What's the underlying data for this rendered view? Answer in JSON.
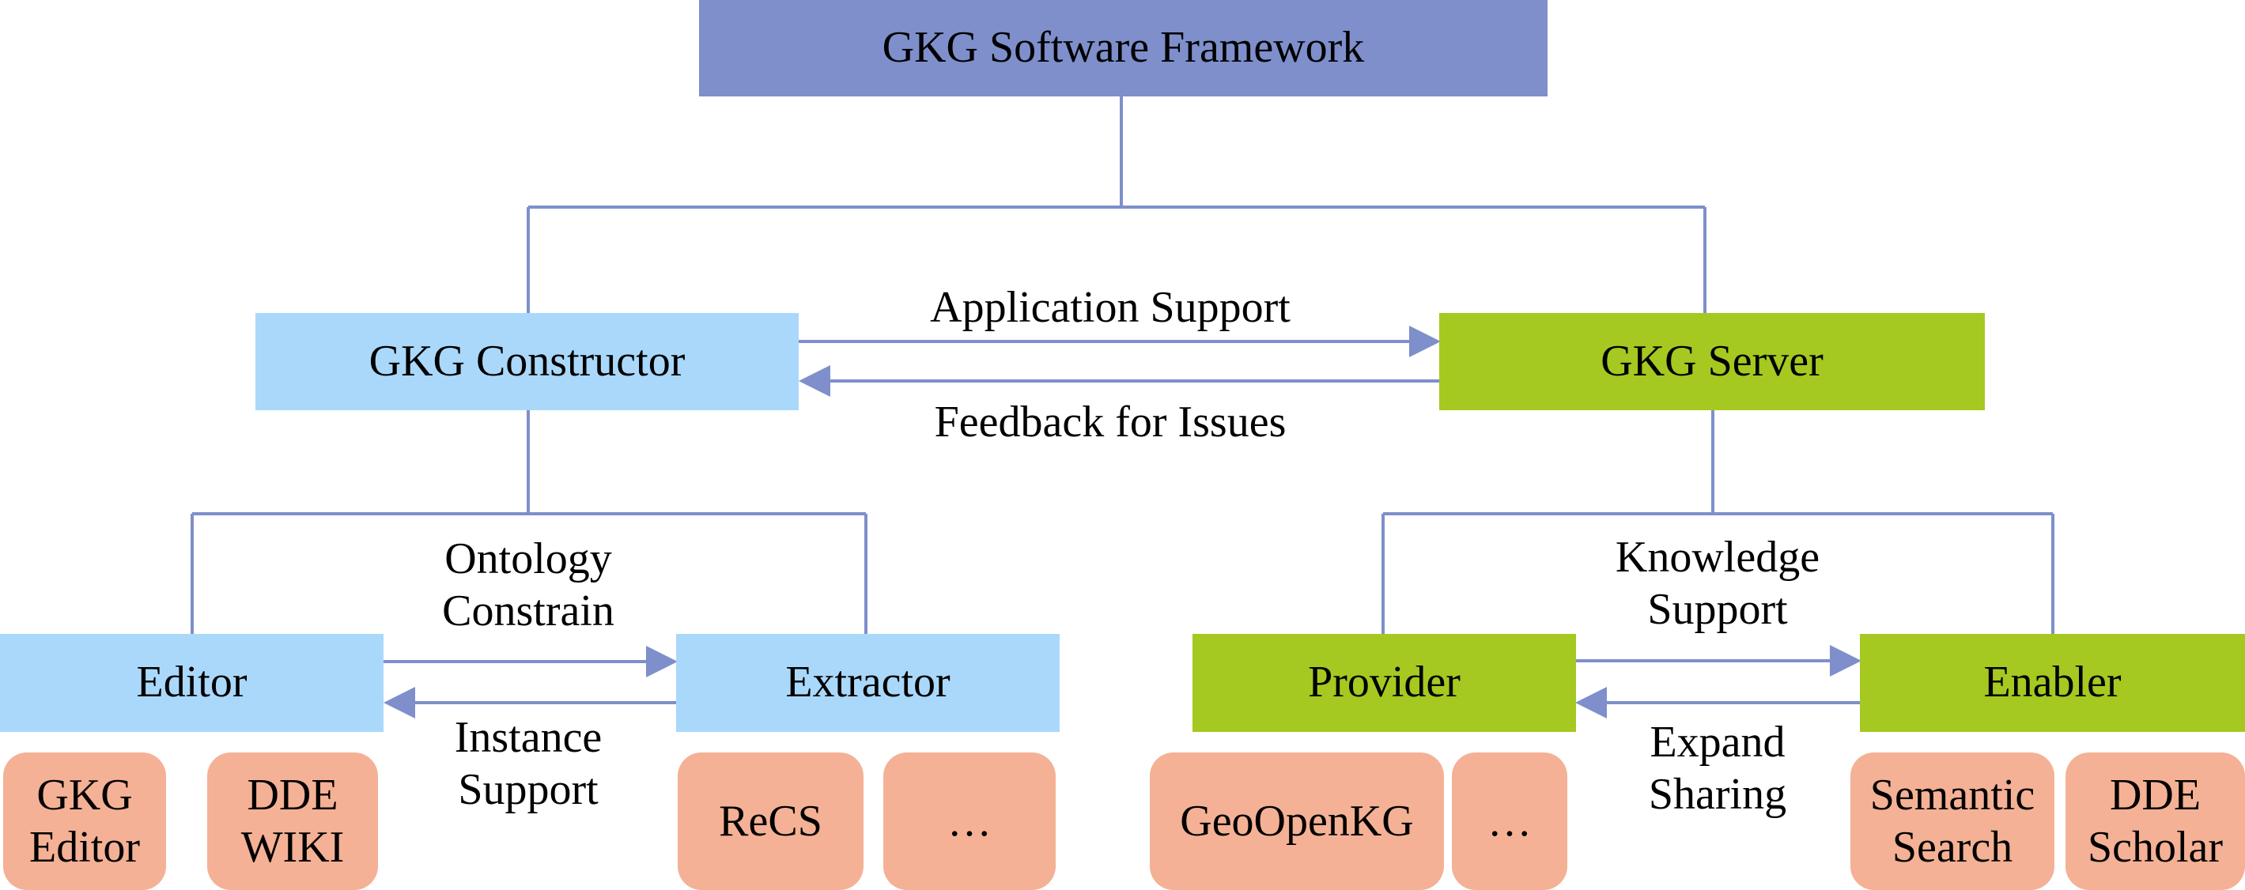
{
  "diagram": {
    "title": "GKG Software Framework",
    "modules": {
      "constructor": "GKG Constructor",
      "server": "GKG Server"
    },
    "components": {
      "editor": "Editor",
      "extractor": "Extractor",
      "provider": "Provider",
      "enabler": "Enabler"
    },
    "tools": {
      "editor": [
        {
          "line1": "GKG",
          "line2": "Editor"
        },
        {
          "line1": "DDE",
          "line2": "WIKI"
        }
      ],
      "extractor": [
        {
          "line1": "ReCS",
          "line2": ""
        },
        {
          "line1": "…",
          "line2": ""
        }
      ],
      "provider": [
        {
          "line1": "GeoOpenKG",
          "line2": ""
        },
        {
          "line1": "…",
          "line2": ""
        }
      ],
      "enabler": [
        {
          "line1": "Semantic",
          "line2": "Search"
        },
        {
          "line1": "DDE",
          "line2": "Scholar"
        }
      ]
    },
    "relations": {
      "application_support": "Application Support",
      "feedback_for_issues": "Feedback for Issues",
      "ontology_constrain": [
        "Ontology",
        "Constrain"
      ],
      "instance_support": [
        "Instance",
        "Support"
      ],
      "knowledge_support": [
        "Knowledge",
        "Support"
      ],
      "expand_sharing": [
        "Expand",
        "Sharing"
      ]
    },
    "colors": {
      "root_box": "#7e8fcb",
      "constructor_boxes": "#aad8fb",
      "server_boxes": "#a5c920",
      "tool_boxes": "#f4b195",
      "connector_lines": "#7e8fcb"
    }
  }
}
